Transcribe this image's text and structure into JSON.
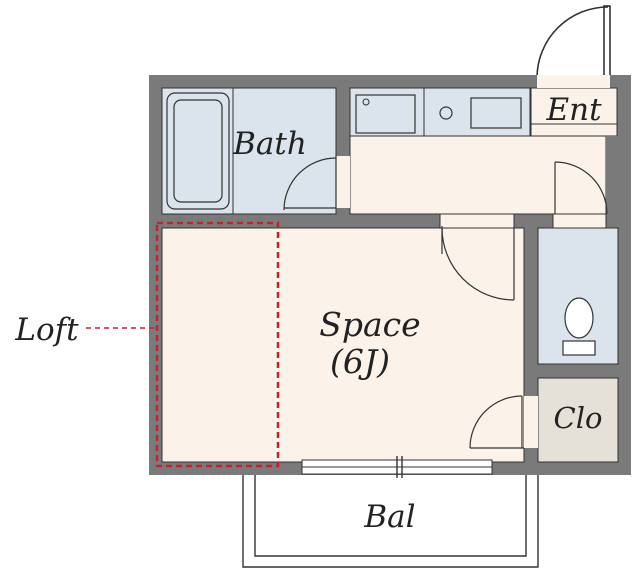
{
  "labels": {
    "bath": "Bath",
    "entrance": "Ent",
    "space": "Space",
    "space_size": "(6J)",
    "closet": "Clo",
    "balcony": "Bal",
    "loft": "Loft"
  },
  "colors": {
    "wall": "#7a7a7a",
    "room_floor": "#fbf3ea",
    "wet_floor": "#dbe3ec",
    "closet_floor": "#e5e0d8",
    "loft_marker": "#c8202a",
    "line": "#333333"
  }
}
